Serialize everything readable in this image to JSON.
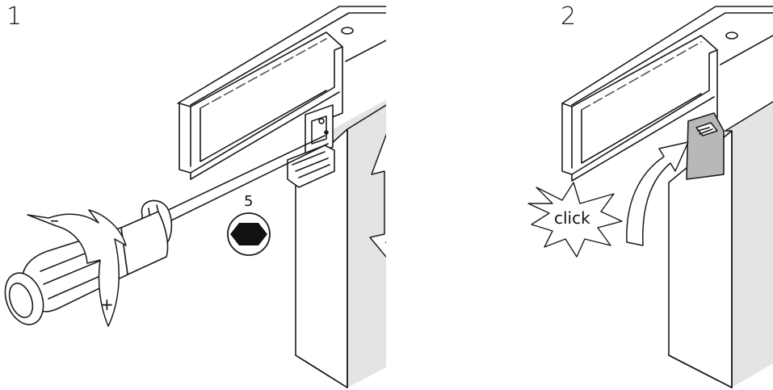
{
  "steps": [
    {
      "number": "1",
      "hex_size": "5",
      "screwdriver_plus": "+",
      "screwdriver_minus": "–",
      "height_plus": "+",
      "height_minus": "–"
    },
    {
      "number": "2",
      "click_label": "click"
    }
  ],
  "colors": {
    "line": "#1a1a1a",
    "door_side": "#e3e3e3",
    "clip_fill": "#b8b8b8",
    "background": "#ffffff"
  }
}
